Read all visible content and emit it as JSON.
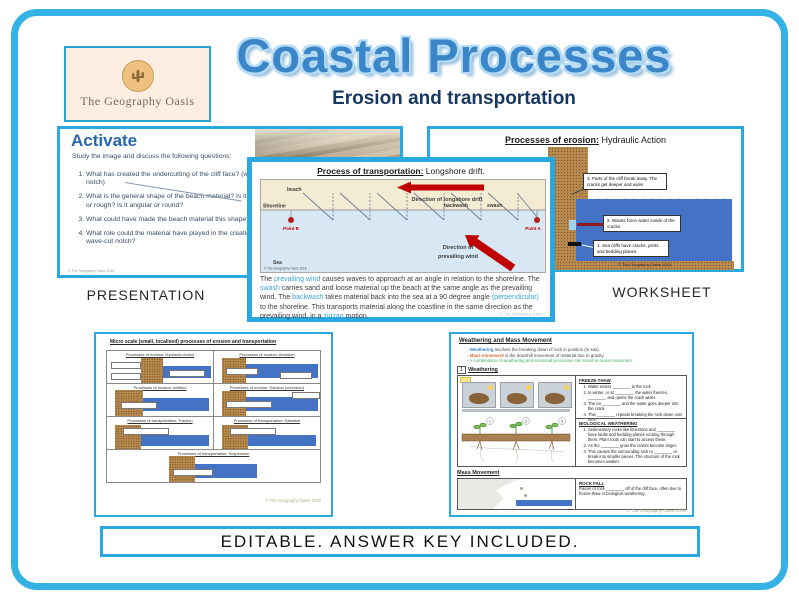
{
  "header": {
    "logo_text": "The Geography Oasis",
    "title": "Coastal Processes",
    "subtitle": "Erosion and transportation"
  },
  "labels": {
    "presentation": "PRESENTATION",
    "worksheet": "WORKSHEET",
    "banner": "EDITABLE. ANSWER KEY INCLUDED."
  },
  "activate": {
    "title": "Activate",
    "intro": "Study the image and discuss the following questions:",
    "questions": [
      "What has created the undercutting of the cliff face? (wave-cut notch)",
      "What is the general shape of the beach material? Is it smooth or rough? Is it angular or round?",
      "What could have made the beach material this shape?",
      "What role could the material have played in the creation of the wave-cut notch?"
    ],
    "copyright": "© The Geography Oasis 2018"
  },
  "longshore": {
    "title_label": "Process of transportation:",
    "title_value": " Longshore drift.",
    "p1": "The ",
    "k1": "prevailing wind",
    "p2": " causes waves to approach at an angle in relation to the shoreline. The ",
    "k2": "swash",
    "p3": " carries sand and loose material up the beach at the same angle as the prevailing wind. The ",
    "k3": "backwash",
    "p4": " takes material back into the sea at a 90 degree angle ",
    "k4": "(perpendicular)",
    "p5": " to the shoreline. This transports material along the coastline in the same direction as the prevailing wind, in a ",
    "k5": "zigzag",
    "p6": " motion.",
    "copyright_small": "© The Geography Oasis",
    "diagram": {
      "beach": "beach",
      "shoreline": "Shoreline",
      "sea": "Sea",
      "backwash": "backwash",
      "swash": "swash",
      "point_a": "Point A",
      "point_b": "Point B",
      "drift_label": "Direction of longshore drift",
      "wind_line1": "Direction of",
      "wind_line2": "prevailing wind",
      "copyright": "© The Geography Oasis 2018"
    }
  },
  "hydraulic": {
    "title_label": "Processes of erosion:",
    "title_value": " Hydraulic Action",
    "step3": "3.  Parts of the cliff break away. The cracks get deeper and wider",
    "step2": "2.  Waves force water inside of the cracks.",
    "step1": "1.  Sea cliffs have cracks, joints and bedding planes.",
    "copyright": "© The Geography Oasis 2018"
  },
  "micro": {
    "title": "Micro scale (small, localised) processes of erosion and transportation",
    "cells": [
      {
        "heading": "Processes of erosion: Hydraulic Action"
      },
      {
        "heading": "Processes of erosion: Abrasion"
      },
      {
        "heading": "Processes of erosion: Attrition"
      },
      {
        "heading": "Processes of erosion: Solution (corrosion)"
      },
      {
        "heading": "Processes of transportation: Traction"
      },
      {
        "heading": "Processes of transportation: Saltation"
      },
      {
        "heading": "Processes of transportation: Suspension"
      }
    ],
    "copyright": "© The Geography Oasis 2018"
  },
  "weathering": {
    "title": "Weathering and Mass Movement",
    "b1_key": "Weathering",
    "b1_rest": " involves the breaking down of rock in position (in situ).",
    "b2_key": "Mass movement",
    "b2_rest": " is the downhill movement of material due to gravity.",
    "b3_key": "A combination of weathering and erosional processes can result in mass movement.",
    "b3_rest": "",
    "sec_num": "1",
    "sec_label": "Weathering",
    "freeze_heading": "FREEZE-THAW",
    "freeze_items": [
      "Water enters ________ in the rock",
      "In winter, or at ________, the water freezes, ________ and opens the crack wider.",
      "The ice ________ and the water goes deeper into the crack",
      "This ________ repeats breaking the rock down over time."
    ],
    "bio_heading": "BIOLOGICAL WEATHERING",
    "bio_items": [
      "Sedimentary rocks like limestone and ________ have faults and bedding planes running through them. Plant roots can start to access these.",
      "As the ________ grow the cracks become larger.",
      "This causes the surrounding rock to ________ or break into smaller pieces. The structure of the rock becomes weaker."
    ],
    "mass_heading": "Mass Movement",
    "rock_heading": "ROCK FALL",
    "rock_text": "Pieces of rock ________ off of the cliff face, often due to freeze-thaw or biological weathering.",
    "copyright": "© The Geography Oasis 2018"
  },
  "colors": {
    "frame_blue": "#35b2e5",
    "panel_border": "#29a9df",
    "title_blue": "#3a86c8",
    "subtitle_navy": "#17375e",
    "accent_red": "#c00000",
    "sea_blue": "#4472c4",
    "beach_cream": "#f3ebd2",
    "cliff_brown": "#b98a4f"
  }
}
